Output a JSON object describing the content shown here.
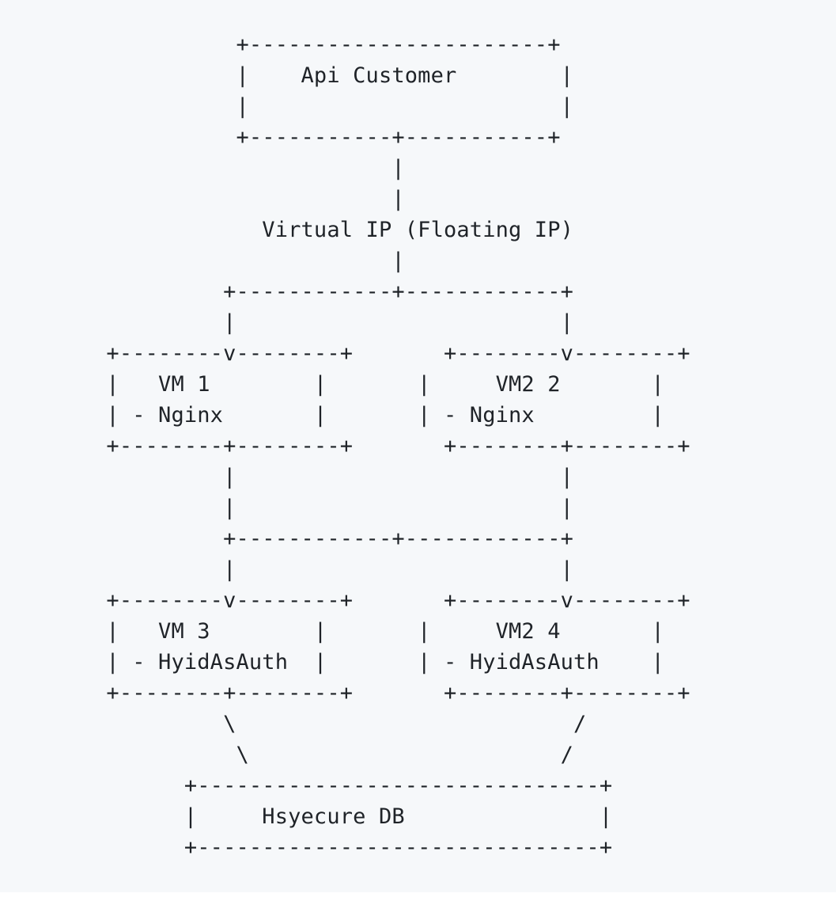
{
  "page": {
    "background_color": "#ffffff"
  },
  "code_block": {
    "background_color": "#f6f8fa",
    "text_color": "#1f2328"
  },
  "diagram": {
    "type": "ascii-architecture-diagram",
    "lines": [
      "                +-----------------------+",
      "                |    Api Customer        |",
      "                |                        |",
      "                +-----------+-----------+",
      "                            |",
      "                            |",
      "                  Virtual IP (Floating IP)",
      "                            |",
      "               +------------+------------+",
      "               |                         |",
      "      +--------v--------+       +--------v--------+",
      "      |   VM 1        |       |     VM2 2       |",
      "      | - Nginx       |       | - Nginx         |",
      "      +--------+--------+       +--------+--------+",
      "               |                         |",
      "               |                         |",
      "               +------------+------------+",
      "               |                         |",
      "      +--------v--------+       +--------v--------+",
      "      |   VM 3        |       |     VM2 4       |",
      "      | - HyidAsAuth  |       | - HyidAsAuth    |",
      "      +--------+--------+       +--------+--------+",
      "               \\                          /",
      "                \\                        /",
      "            +-------------------------------+",
      "            |     Hsyecure DB               |",
      "            +-------------------------------+"
    ],
    "nodes": [
      {
        "label": "Api Customer"
      },
      {
        "label": "Virtual IP (Floating IP)"
      },
      {
        "label": "VM 1",
        "detail": "- Nginx"
      },
      {
        "label": "VM2 2",
        "detail": "- Nginx"
      },
      {
        "label": "VM 3",
        "detail": "- HyidAsAuth"
      },
      {
        "label": "VM2 4",
        "detail": "- HyidAsAuth"
      },
      {
        "label": "Hsyecure DB"
      }
    ]
  }
}
